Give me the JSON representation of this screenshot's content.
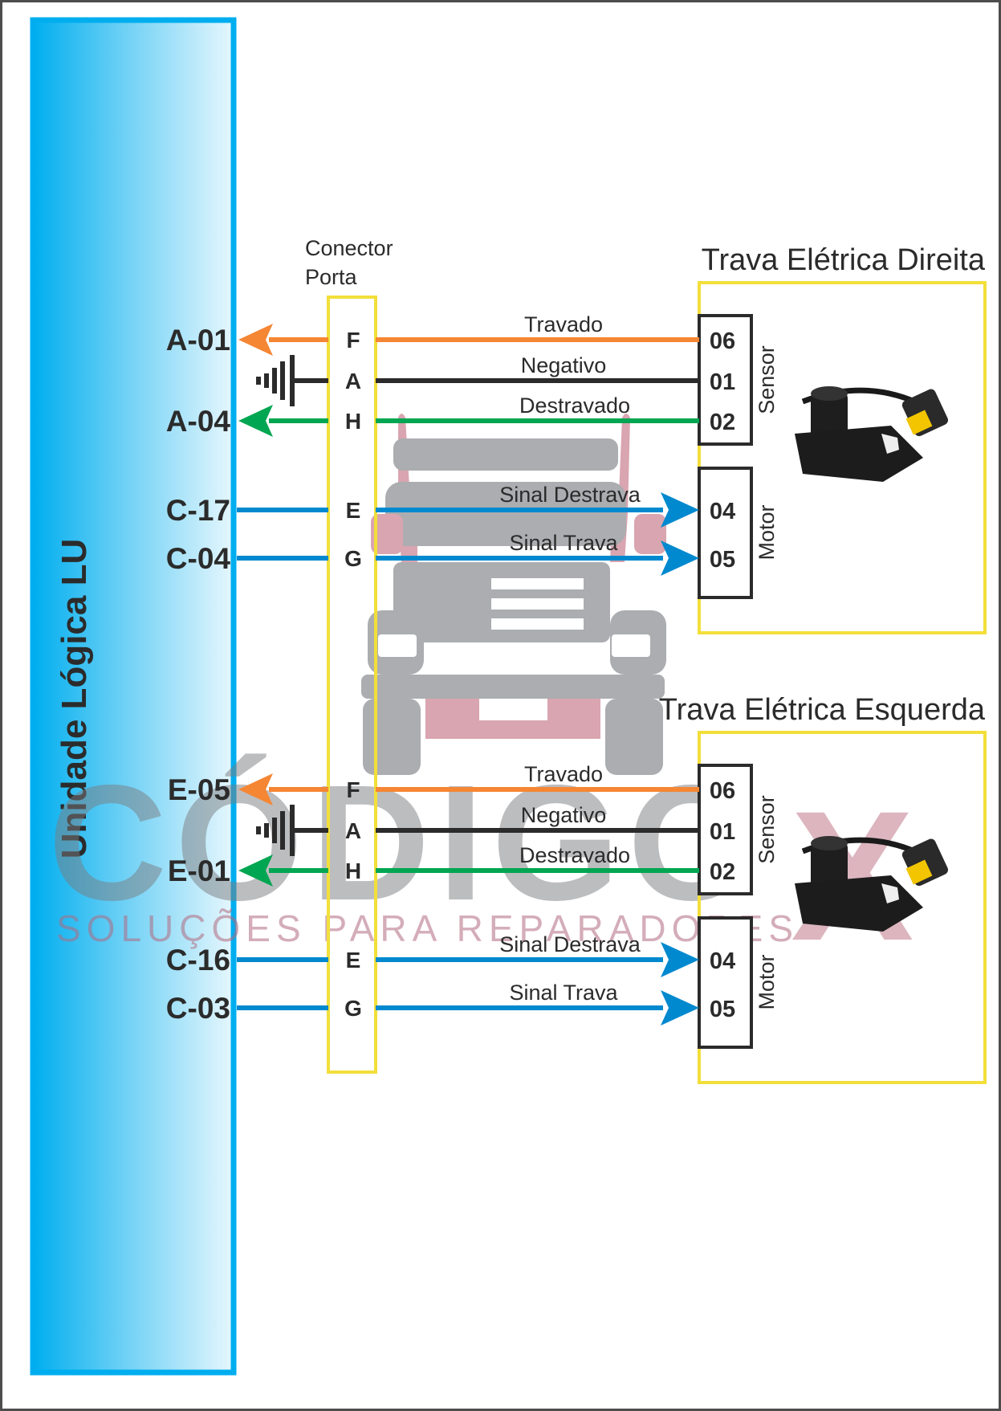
{
  "colors": {
    "lu_blue": "#00aeef",
    "connector_yellow": "#f2df3a",
    "wire_orange": "#f58634",
    "wire_black": "#2b2b2b",
    "wire_green": "#00a651",
    "wire_blue": "#0089cf",
    "text_dark": "#2b2b2b",
    "watermark_gray": "#a7a9ac",
    "watermark_pink": "#d7a1ac"
  },
  "logic_unit": {
    "title": "Unidade Lógica LU"
  },
  "connector": {
    "title_line1": "Conector",
    "title_line2": "Porta"
  },
  "watermark": {
    "brand": "CÓDIGO",
    "brand_x": "X",
    "tagline": "SOLUÇÕES PARA REPARADORES"
  },
  "modules": [
    {
      "title": "Trava Elétrica Direita",
      "sensor_label": "Sensor",
      "motor_label": "Motor",
      "wires": [
        {
          "lu_pin": "A-01",
          "conn_pin": "F",
          "dev_pin": "06",
          "label": "Travado",
          "color": "orange",
          "direction": "to-lu"
        },
        {
          "lu_pin": "",
          "conn_pin": "A",
          "dev_pin": "01",
          "label": "Negativo",
          "color": "black",
          "direction": "ground"
        },
        {
          "lu_pin": "A-04",
          "conn_pin": "H",
          "dev_pin": "02",
          "label": "Destravado",
          "color": "green",
          "direction": "to-lu"
        },
        {
          "lu_pin": "C-17",
          "conn_pin": "E",
          "dev_pin": "04",
          "label": "Sinal Destrava",
          "color": "blue",
          "direction": "to-device"
        },
        {
          "lu_pin": "C-04",
          "conn_pin": "G",
          "dev_pin": "05",
          "label": "Sinal Trava",
          "color": "blue",
          "direction": "to-device"
        }
      ]
    },
    {
      "title": "Trava Elétrica Esquerda",
      "sensor_label": "Sensor",
      "motor_label": "Motor",
      "wires": [
        {
          "lu_pin": "E-05",
          "conn_pin": "F",
          "dev_pin": "06",
          "label": "Travado",
          "color": "orange",
          "direction": "to-lu"
        },
        {
          "lu_pin": "",
          "conn_pin": "A",
          "dev_pin": "01",
          "label": "Negativo",
          "color": "black",
          "direction": "ground"
        },
        {
          "lu_pin": "E-01",
          "conn_pin": "H",
          "dev_pin": "02",
          "label": "Destravado",
          "color": "green",
          "direction": "to-lu"
        },
        {
          "lu_pin": "C-16",
          "conn_pin": "E",
          "dev_pin": "04",
          "label": "Sinal Destrava",
          "color": "blue",
          "direction": "to-device"
        },
        {
          "lu_pin": "C-03",
          "conn_pin": "G",
          "dev_pin": "05",
          "label": "Sinal Trava",
          "color": "blue",
          "direction": "to-device"
        }
      ]
    }
  ]
}
